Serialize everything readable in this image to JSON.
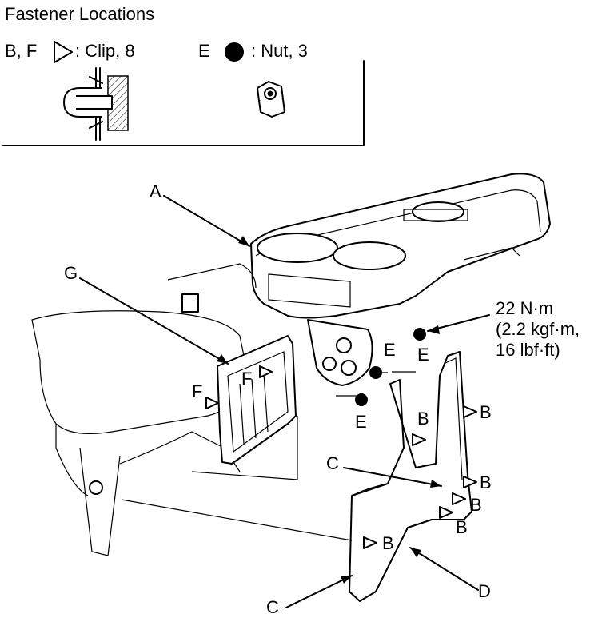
{
  "legend": {
    "title": "Fastener Locations",
    "clip_letters": "B, F",
    "clip_text": ": Clip, 8",
    "nut_letter": "E",
    "nut_text": ": Nut, 3"
  },
  "labels": {
    "A": "A",
    "B": "B",
    "C": "C",
    "D": "D",
    "E": "E",
    "F": "F",
    "G": "G"
  },
  "torque": {
    "line1": "22 N·m",
    "line2": "(2.2 kgf·m,",
    "line3": "16 lbf·ft)"
  },
  "icons": {
    "clip": "clip-triangle-icon",
    "nut": "nut-dot-icon"
  }
}
